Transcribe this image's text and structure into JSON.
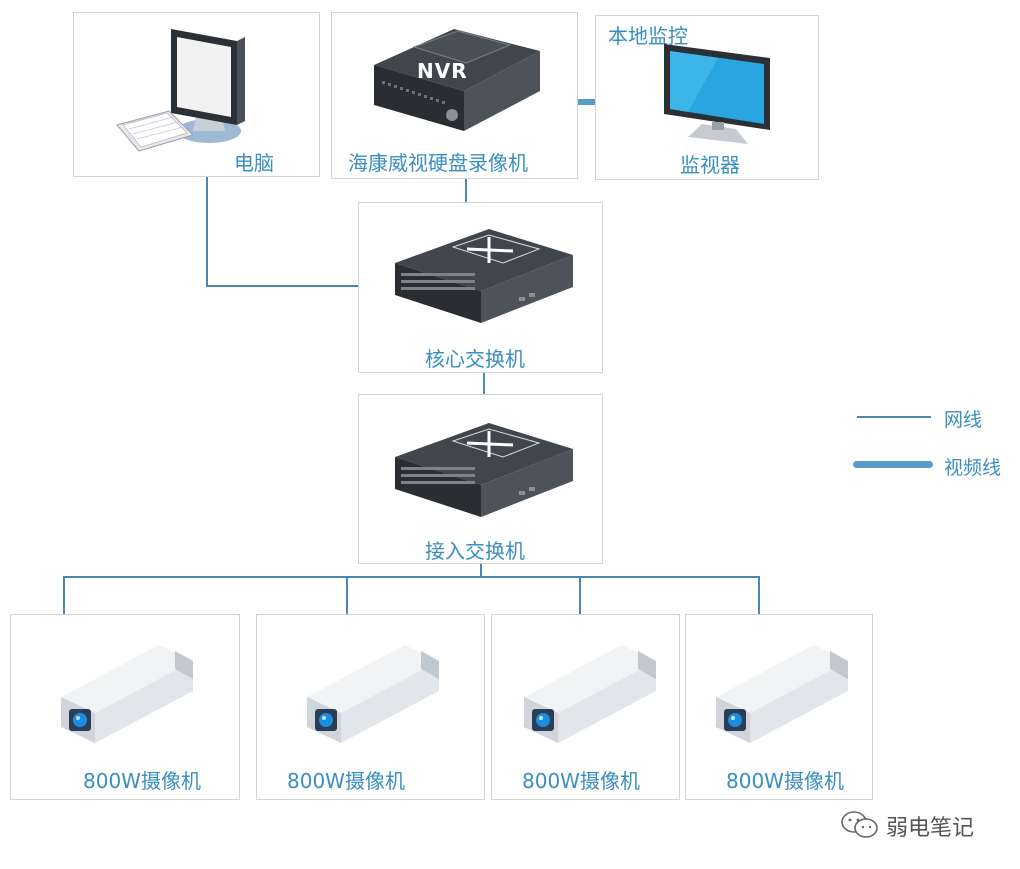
{
  "nodes": {
    "computer": "电脑",
    "nvr": "海康威视硬盘录像机",
    "nvr_badge": "NVR",
    "local_monitor_title": "本地监控",
    "monitor": "监视器",
    "core_switch": "核心交换机",
    "access_switch": "接入交换机",
    "cameras": [
      "800W摄像机",
      "800W摄像机",
      "800W摄像机",
      "800W摄像机"
    ]
  },
  "legend": {
    "network_cable": "网线",
    "video_cable": "视频线"
  },
  "watermark": "弱电笔记",
  "colors": {
    "accent": "#3a8fc0",
    "line": "#4a87b5",
    "box_border": "#d4d4d4"
  }
}
